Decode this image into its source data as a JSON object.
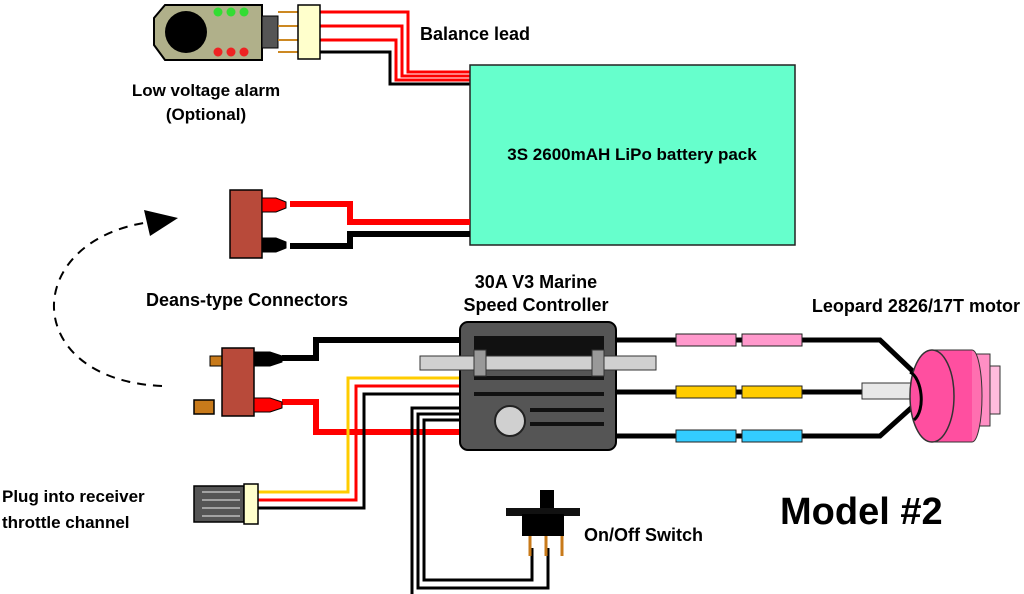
{
  "labels": {
    "balance_lead": "Balance lead",
    "alarm_line1": "Low voltage alarm",
    "alarm_line2": "(Optional)",
    "battery": "3S 2600mAH LiPo battery pack",
    "deans": "Deans-type Connectors",
    "esc_line1": "30A  V3 Marine",
    "esc_line2": "Speed Controller",
    "motor": "Leopard 2826/17T motor",
    "receiver_line1": "Plug into receiver",
    "receiver_line2": "throttle channel",
    "switch": "On/Off Switch",
    "model": "Model #2"
  },
  "colors": {
    "battery_fill": "#66ffcc",
    "alarm_body": "#b0b08a",
    "connector_deans": "#b84a3a",
    "esc_body": "#555555",
    "wire_red": "#ff0000",
    "wire_black": "#000000",
    "wire_yellow": "#ffcc00",
    "sleeve_pink": "#ff99cc",
    "sleeve_yellow": "#ffcc00",
    "sleeve_blue": "#33ccff",
    "motor_pink": "#ff4fa0",
    "receiver_plug": "#555555"
  }
}
